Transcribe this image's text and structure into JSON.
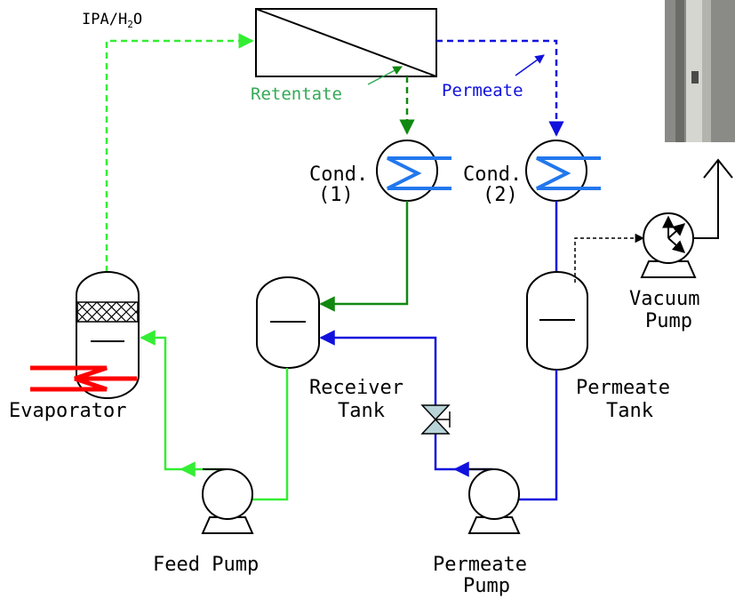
{
  "labels": {
    "feed_top_prefix": "IPA/H",
    "feed_top_sub": "2",
    "feed_top_suffix": "O",
    "retentate": "Retentate",
    "permeate": "Permeate",
    "cond1_line1": "Cond.",
    "cond1_line2": "(1)",
    "cond2_line1": "Cond.",
    "cond2_line2": "(2)",
    "evaporator": "Evaporator",
    "receiver_line1": "Receiver",
    "receiver_line2": "Tank",
    "permeate_tank_line1": "Permeate",
    "permeate_tank_line2": "Tank",
    "vacuum_line1": "Vacuum",
    "vacuum_line2": "Pump",
    "feed_pump": "Feed Pump",
    "permeate_pump_line1": "Permeate",
    "permeate_pump_line2": "Pump"
  },
  "colors": {
    "feed": "#33ee33",
    "retentate": "#118811",
    "permeate": "#1111dd",
    "heater": "#ff0000",
    "condenser_coil": "#2277ee",
    "valve_fill": "#b8d4d8"
  }
}
